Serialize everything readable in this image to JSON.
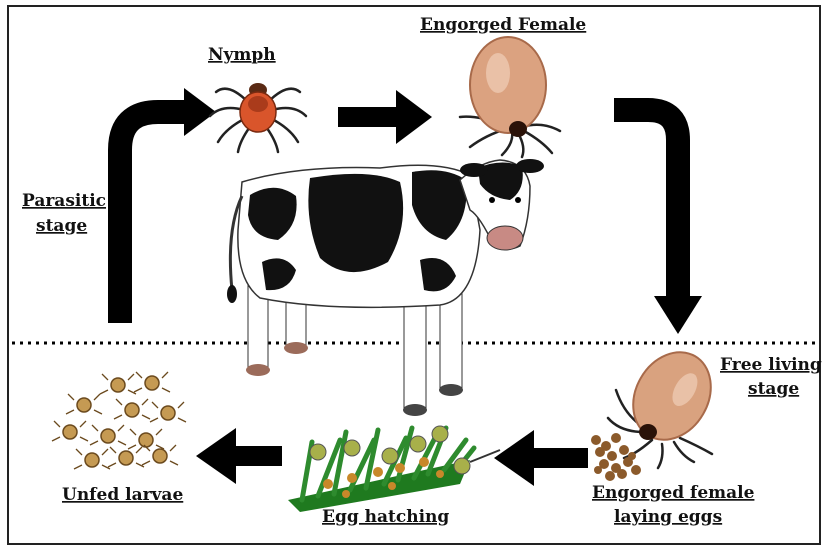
{
  "labels": {
    "nymph": "Nymph",
    "engorged_female": "Engorged Female",
    "parasitic_stage_line1": "Parasitic",
    "parasitic_stage_line2": "stage",
    "free_living_line1": "Free living",
    "free_living_line2": "stage",
    "engorged_laying_line1": "Engorged female",
    "engorged_laying_line2": "laying eggs",
    "egg_hatching": "Egg hatching",
    "unfed_larvae": "Unfed larvae"
  },
  "colors": {
    "arrow": "#000000",
    "tick_body_nymph": "#d9552b",
    "tick_body_engorged": "#d9a27f",
    "larva": "#c59a53",
    "egg": "#8b5a2b",
    "grass": "#2e8b2e",
    "cow_white": "#ffffff",
    "cow_black": "#111111",
    "label_underline": "#d23a3a"
  },
  "icons": {
    "nymph": "tick-nymph-icon",
    "engorged_female": "engorged-tick-icon",
    "host": "cow-icon",
    "eggs": "egg-cluster-icon",
    "hatching": "grass-hatching-icon",
    "larvae": "larvae-cluster-icon"
  }
}
